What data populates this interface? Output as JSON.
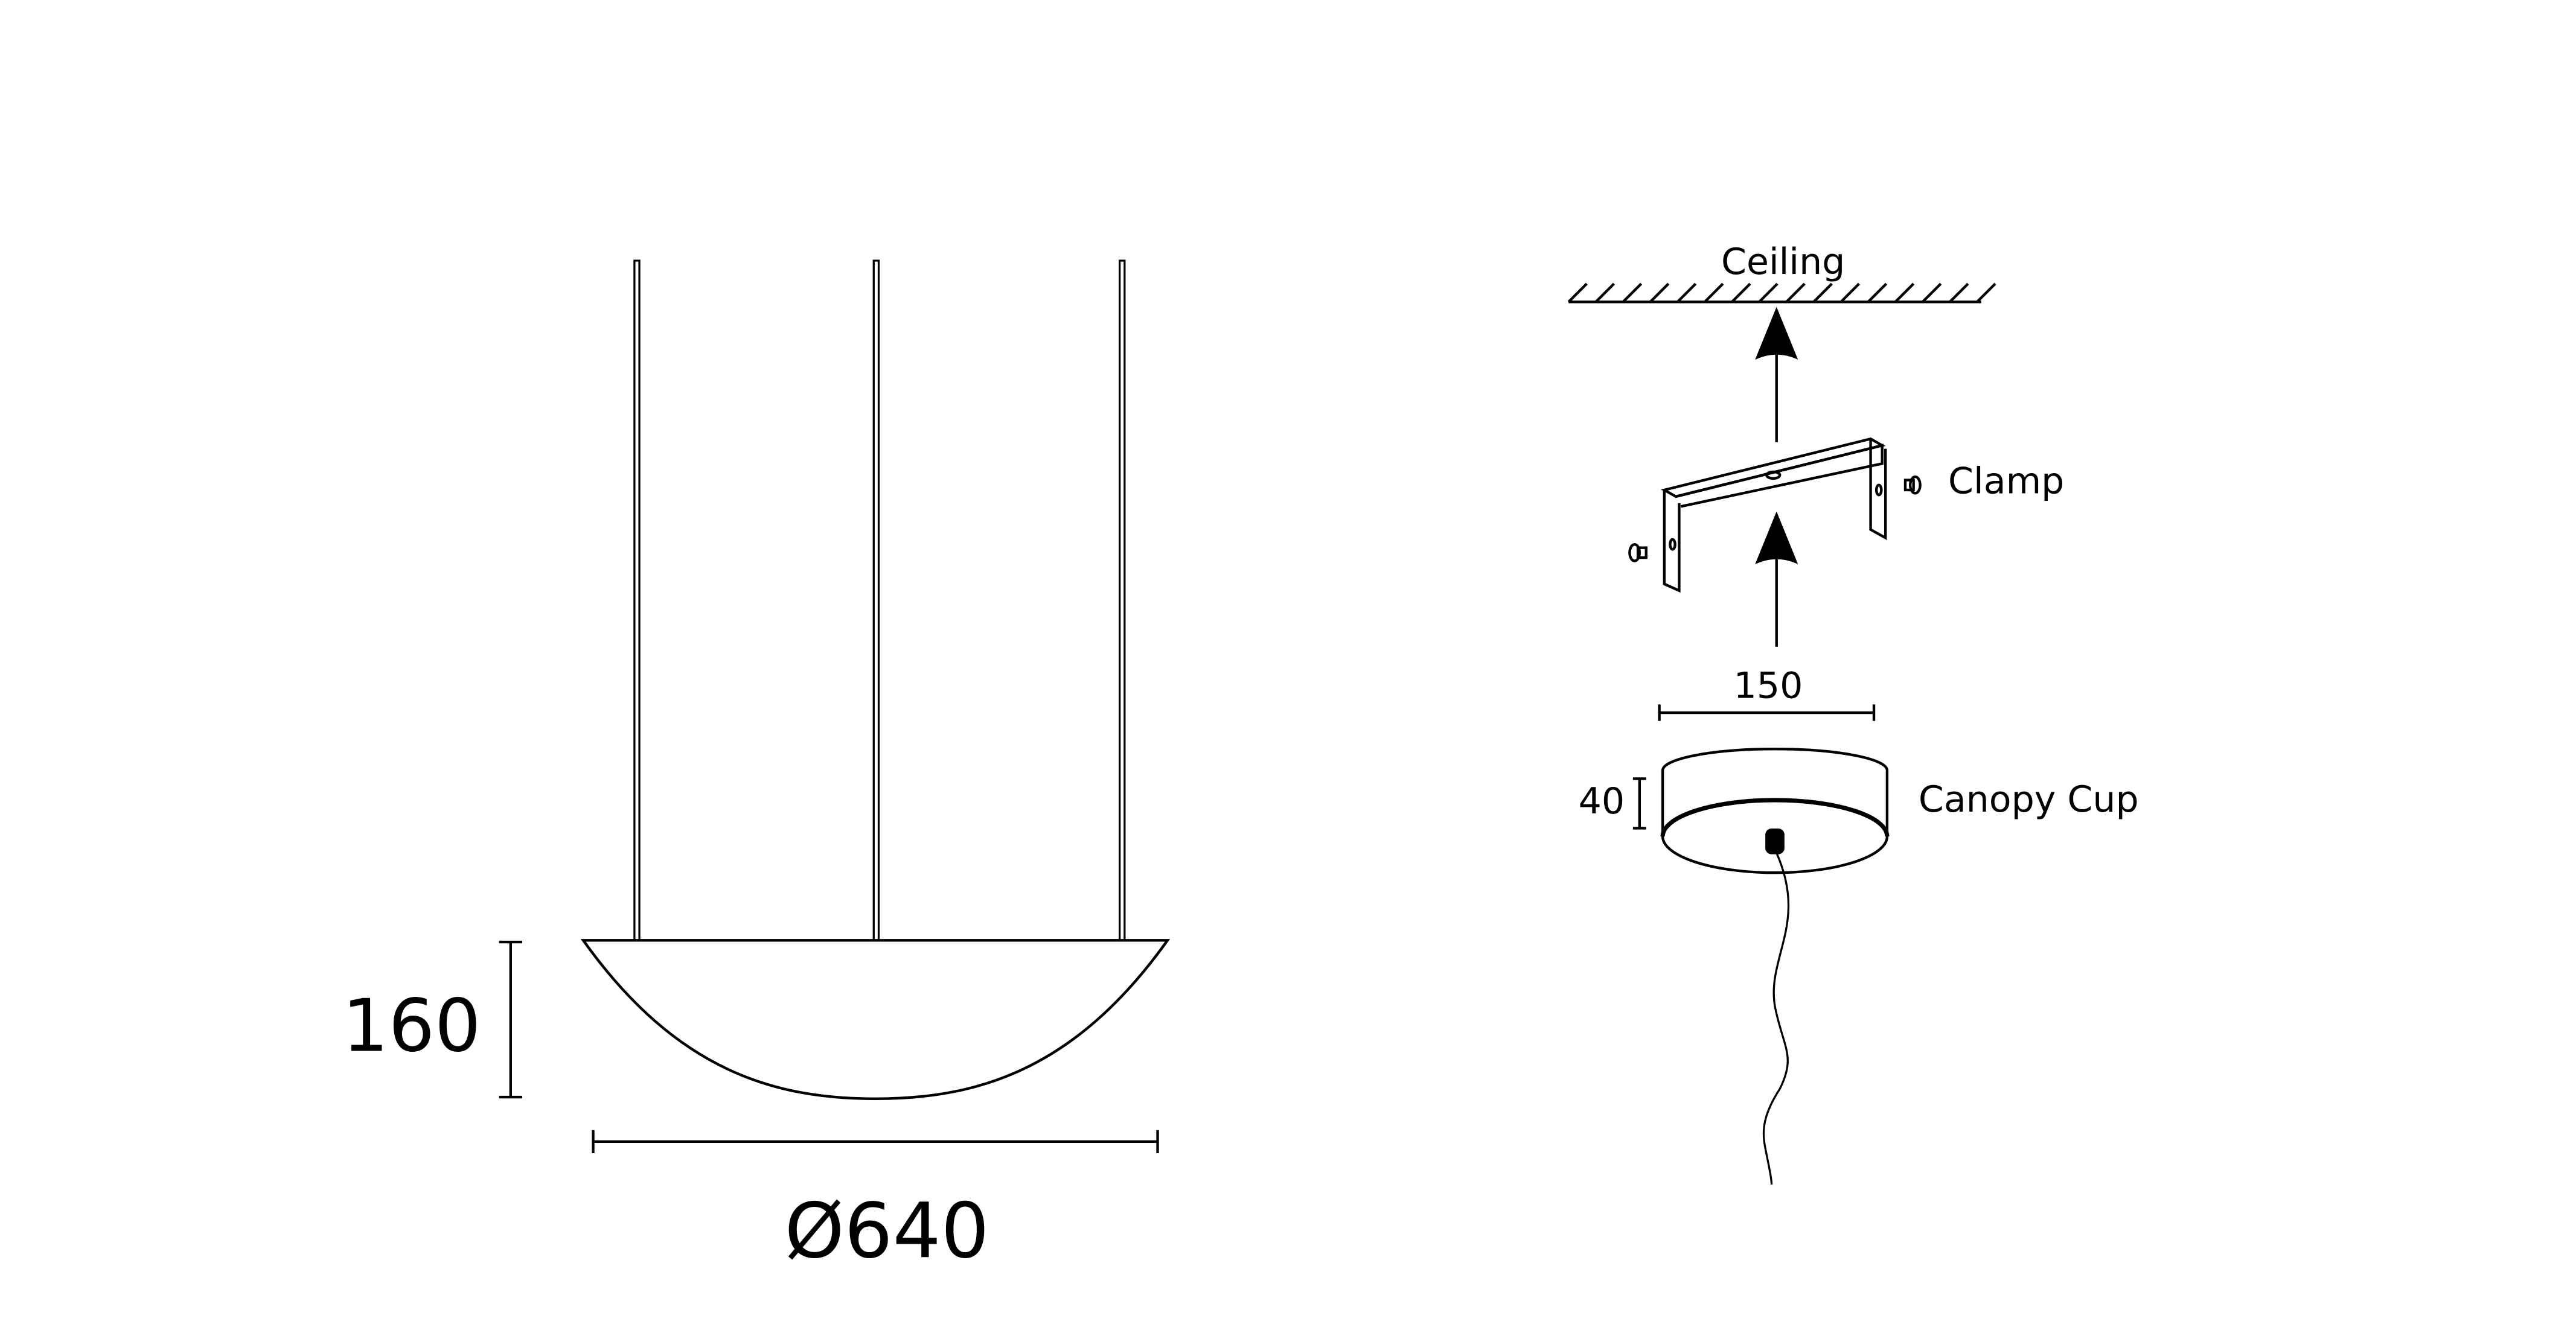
{
  "pendant": {
    "height_label": "160",
    "diameter_label": "Ø640"
  },
  "mounting": {
    "ceiling_label": "Ceiling",
    "clamp_label": "Clamp",
    "canopy_width_label": "150",
    "canopy_height_label": "40",
    "canopy_label": "Canopy Cup"
  },
  "colors": {
    "line": "#000000",
    "background": "#ffffff"
  }
}
